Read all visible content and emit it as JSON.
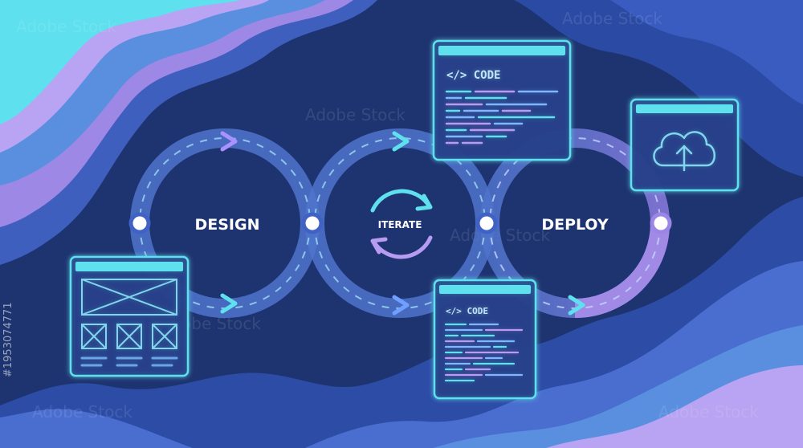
{
  "steps": {
    "design": "DESIGN",
    "iterate": "ITERATE",
    "deploy": "DEPLOY"
  },
  "windows": {
    "code_top": "</> CODE",
    "code_bottom": "</> CODE"
  },
  "watermark": {
    "text": "Adobe Stock",
    "id": "#1953074771"
  },
  "icons": {
    "wireframe": "wireframe-layout-icon",
    "cloud_upload": "cloud-upload-icon",
    "cycle": "cycle-arrows-icon"
  },
  "colors": {
    "background": "#1e3470",
    "accent_cyan": "#5ee0ee",
    "accent_lavender": "#b79cf2",
    "path": "#4f74cc"
  }
}
